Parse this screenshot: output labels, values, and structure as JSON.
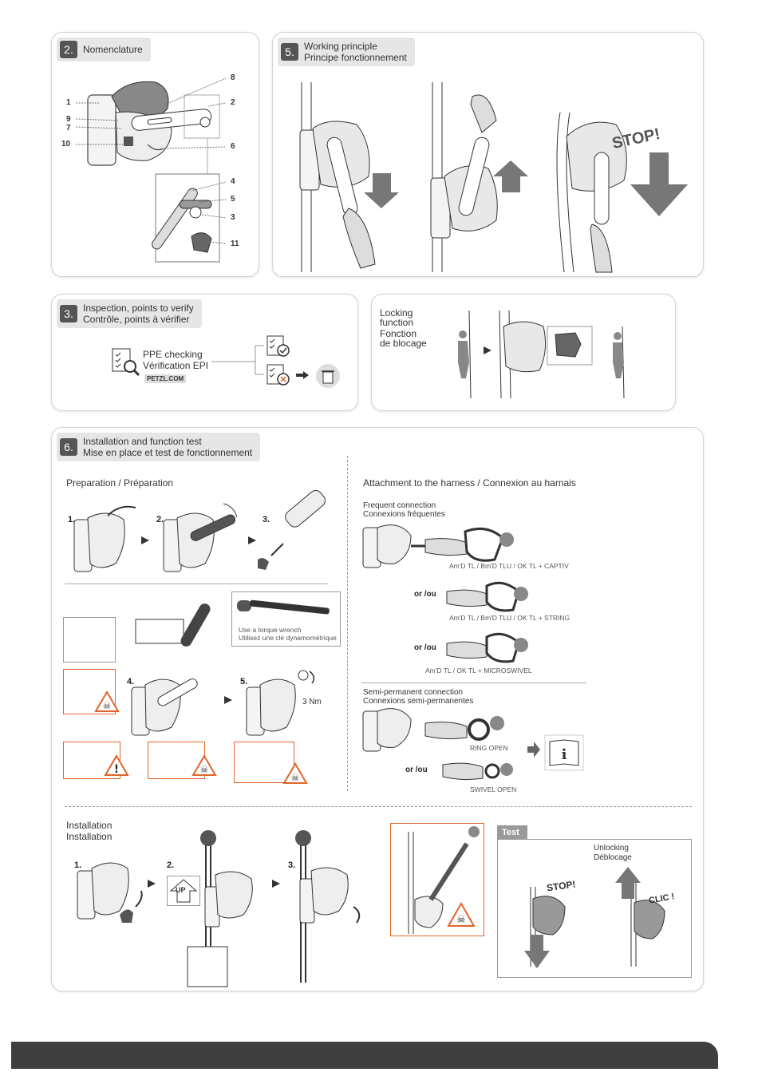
{
  "nomenclature": {
    "number": "2.",
    "title": "Nomenclature",
    "callouts": [
      "1",
      "9",
      "7",
      "10",
      "8",
      "2",
      "6",
      "4",
      "5",
      "3",
      "11"
    ]
  },
  "working": {
    "number": "5.",
    "title_en": "Working principle",
    "title_fr": "Principe fonctionnement",
    "stop": "STOP!"
  },
  "inspection": {
    "number": "3.",
    "title_en": "Inspection, points to verify",
    "title_fr": "Contrôle, points à vérifier",
    "ppe_en": "PPE checking",
    "ppe_fr": "Vérification EPI",
    "site": "PETZL.COM"
  },
  "locking": {
    "l1": "Locking",
    "l2": "function",
    "l3": "Fonction",
    "l4": "de blocage"
  },
  "installation": {
    "number": "6.",
    "title_en": "Installation and function test",
    "title_fr": "Mise en place et test de fonctionnement",
    "preparation": "Preparation / Préparation",
    "steps": [
      "1.",
      "2.",
      "3.",
      "4.",
      "5."
    ],
    "torque_en": "Use a torque wrench",
    "torque_fr": "Utilisez une clé dynamométrique",
    "torque_value": "3 Nm",
    "attachment": "Attachment to the harness / Connexion au harnais",
    "frequent_en": "Frequent connection",
    "frequent_fr": "Connexions fréquentes",
    "option1": "Am'D TL / Bm'D TLU / OK TL + CAPTIV",
    "or": "or /ou",
    "option2": "Am'D TL / Bm'D TLU / OK TL + STRING",
    "option3": "Am'D TL / OK TL + MICROSWIVEL",
    "semi_en": "Semi-permanent connection",
    "semi_fr": "Connexions semi-permanentes",
    "ring": "RING OPEN",
    "swivel": "SWIVEL OPEN",
    "inst_en": "Installation",
    "inst_fr": "Installation",
    "inst_steps": [
      "1.",
      "2.",
      "3."
    ],
    "up": "UP",
    "test": "Test",
    "unlock_en": "Unlocking",
    "unlock_fr": "Déblocage",
    "stop": "STOP!",
    "clic": "CLIC !"
  },
  "colors": {
    "accent": "#e0652a",
    "header_bg": "#e6e6e6",
    "footer": "#3f3f3f"
  }
}
